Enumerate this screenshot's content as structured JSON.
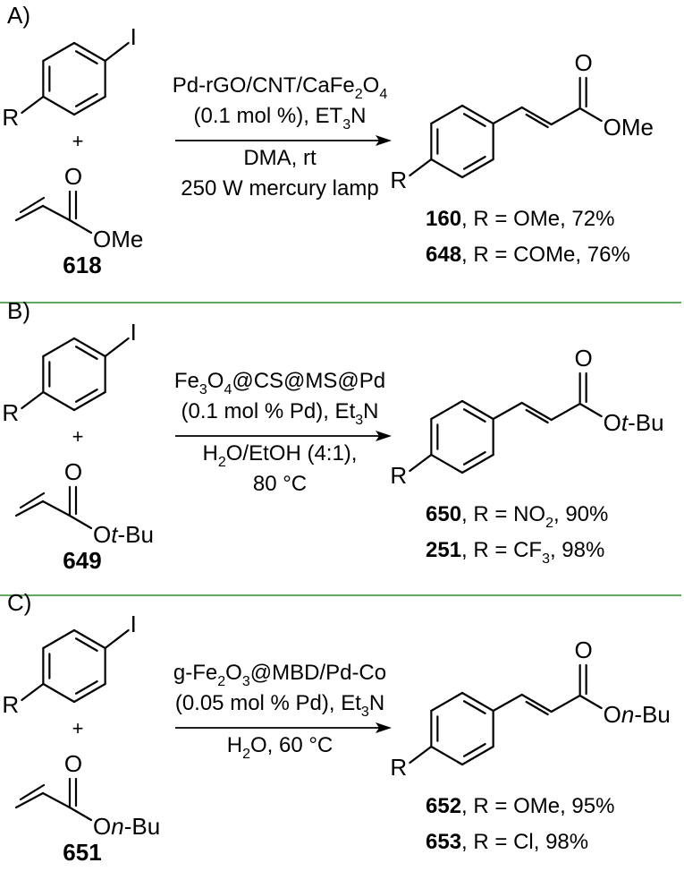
{
  "colors": {
    "divider": "#2e8b2e",
    "ink": "#000000"
  },
  "panels": [
    {
      "label": "A)",
      "aryl_sub": "I",
      "aryl_r": "R",
      "plus": "+",
      "ester_o": "O",
      "ester_or": [
        "OMe"
      ],
      "reactant_num": "618",
      "conditions": [
        [
          "Pd-rGO/CNT/CaFe",
          {
            "sub": "2"
          },
          "O",
          {
            "sub": "4"
          }
        ],
        [
          "(0.1 mol %), ET",
          {
            "sub": "3"
          },
          "N"
        ],
        [
          "DMA, rt"
        ],
        [
          "250 W mercury lamp"
        ]
      ],
      "product_o": "O",
      "product_or": [
        "OMe"
      ],
      "product_r": "R",
      "results": [
        [
          {
            "b": "160"
          },
          ", R = OMe, 72%"
        ],
        [
          {
            "b": "648"
          },
          ", R = COMe, 76%"
        ]
      ]
    },
    {
      "label": "B)",
      "aryl_sub": "I",
      "aryl_r": "R",
      "plus": "+",
      "ester_o": "O",
      "ester_or": [
        "O",
        {
          "i": "t"
        },
        "-Bu"
      ],
      "reactant_num": "649",
      "conditions": [
        [
          "Fe",
          {
            "sub": "3"
          },
          "O",
          {
            "sub": "4"
          },
          "@CS@MS@Pd"
        ],
        [
          "(0.1 mol % Pd), Et",
          {
            "sub": "3"
          },
          "N"
        ],
        [
          "H",
          {
            "sub": "2"
          },
          "O/EtOH (4:1),"
        ],
        [
          "80 °C"
        ]
      ],
      "product_o": "O",
      "product_or": [
        "O",
        {
          "i": "t"
        },
        "-Bu"
      ],
      "product_r": "R",
      "results": [
        [
          {
            "b": "650"
          },
          ", R = NO",
          {
            "sub": "2"
          },
          ", 90%"
        ],
        [
          {
            "b": "251"
          },
          ", R = CF",
          {
            "sub": "3"
          },
          ", 98%"
        ]
      ]
    },
    {
      "label": "C)",
      "aryl_sub": "I",
      "aryl_r": "R",
      "plus": "+",
      "ester_o": "O",
      "ester_or": [
        "O",
        {
          "i": "n"
        },
        "-Bu"
      ],
      "reactant_num": "651",
      "conditions": [
        [
          "g-Fe",
          {
            "sub": "2"
          },
          "O",
          {
            "sub": "3"
          },
          "@MBD/Pd-Co"
        ],
        [
          "(0.05 mol % Pd), Et",
          {
            "sub": "3"
          },
          "N"
        ],
        [
          "H",
          {
            "sub": "2"
          },
          "O, 60 °C"
        ]
      ],
      "product_o": "O",
      "product_or": [
        "O",
        {
          "i": "n"
        },
        "-Bu"
      ],
      "product_r": "R",
      "results": [
        [
          {
            "b": "652"
          },
          ", R = OMe, 95%"
        ],
        [
          {
            "b": "653"
          },
          ", R = Cl, 98%"
        ]
      ]
    }
  ]
}
